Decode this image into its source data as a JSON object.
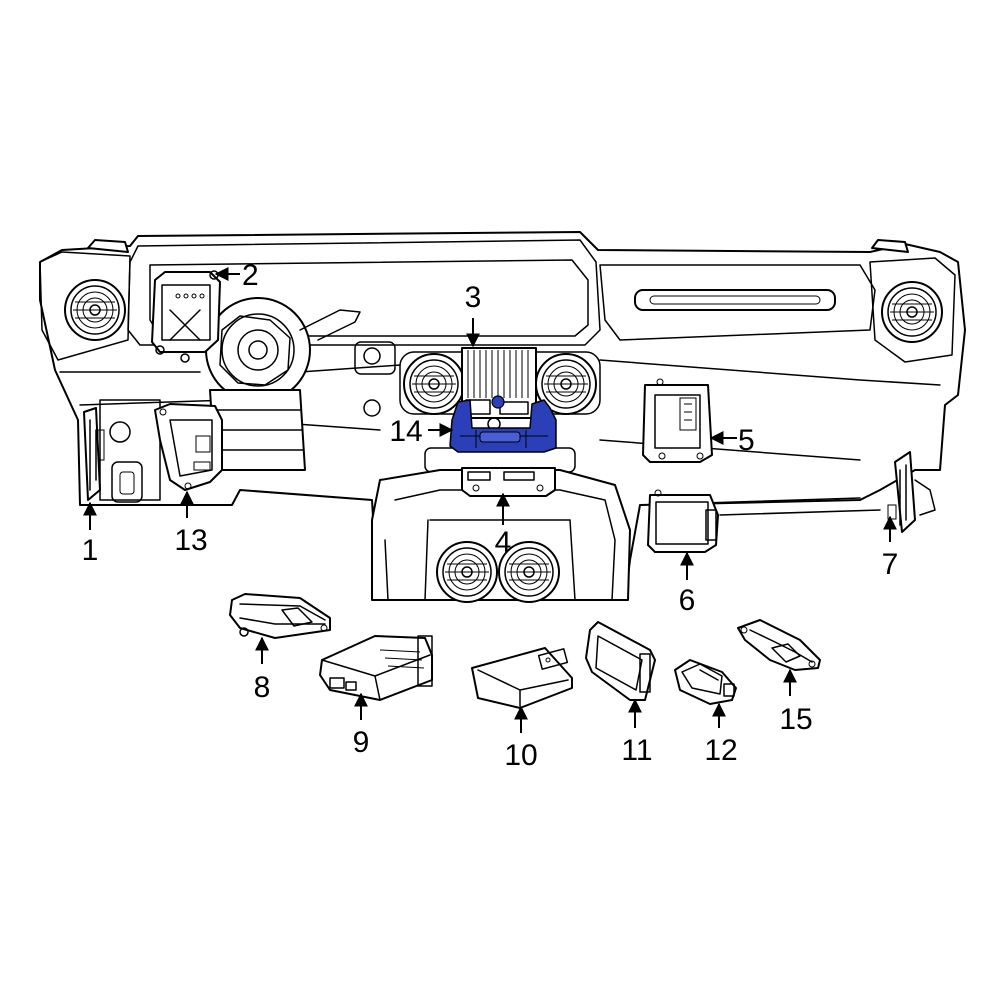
{
  "diagram": {
    "highlight_color": "#2a3fb8",
    "highlighted_part": "14",
    "callouts": [
      {
        "id": "c1",
        "label": "1"
      },
      {
        "id": "c2",
        "label": "2"
      },
      {
        "id": "c3",
        "label": "3"
      },
      {
        "id": "c4",
        "label": "4"
      },
      {
        "id": "c5",
        "label": "5"
      },
      {
        "id": "c6",
        "label": "6"
      },
      {
        "id": "c7",
        "label": "7"
      },
      {
        "id": "c8",
        "label": "8"
      },
      {
        "id": "c9",
        "label": "9"
      },
      {
        "id": "c10",
        "label": "10"
      },
      {
        "id": "c11",
        "label": "11"
      },
      {
        "id": "c12",
        "label": "12"
      },
      {
        "id": "c13",
        "label": "13"
      },
      {
        "id": "c14",
        "label": "14"
      },
      {
        "id": "c15",
        "label": "15"
      }
    ]
  }
}
